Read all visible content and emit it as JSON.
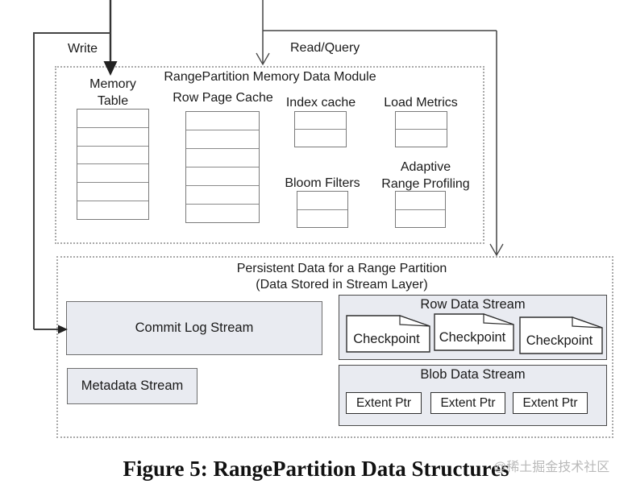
{
  "figure": {
    "caption": "Figure 5: RangePartition Data Structures",
    "watermark": "@稀土掘金技术社区"
  },
  "arrows": {
    "write_label": "Write",
    "read_label": "Read/Query"
  },
  "memory_module": {
    "title": "RangePartition Memory Data Module",
    "memory_table": {
      "label": "Memory Table",
      "rows": 6
    },
    "row_page_cache": {
      "label": "Row Page Cache",
      "rows": 6
    },
    "index_cache": {
      "label": "Index cache",
      "rows": 2
    },
    "load_metrics": {
      "label": "Load Metrics",
      "rows": 2
    },
    "bloom_filters": {
      "label": "Bloom Filters",
      "rows": 2
    },
    "adaptive_range_profiling": {
      "label_line1": "Adaptive",
      "label_line2": "Range Profiling",
      "rows": 2
    }
  },
  "persistent": {
    "title_line1": "Persistent Data for a Range Partition",
    "title_line2": "(Data Stored in Stream Layer)",
    "commit_log_label": "Commit Log Stream",
    "metadata_label": "Metadata Stream",
    "row_stream": {
      "title": "Row Data Stream",
      "checkpoints": [
        "Checkpoint",
        "Checkpoint",
        "Checkpoint"
      ]
    },
    "blob_stream": {
      "title": "Blob Data Stream",
      "extents": [
        "Extent Ptr",
        "Extent Ptr",
        "Extent Ptr"
      ]
    }
  },
  "colors": {
    "shaded_fill": "#e9ebf1",
    "line": "#333333",
    "dashed_border": "#a9a9a9"
  }
}
